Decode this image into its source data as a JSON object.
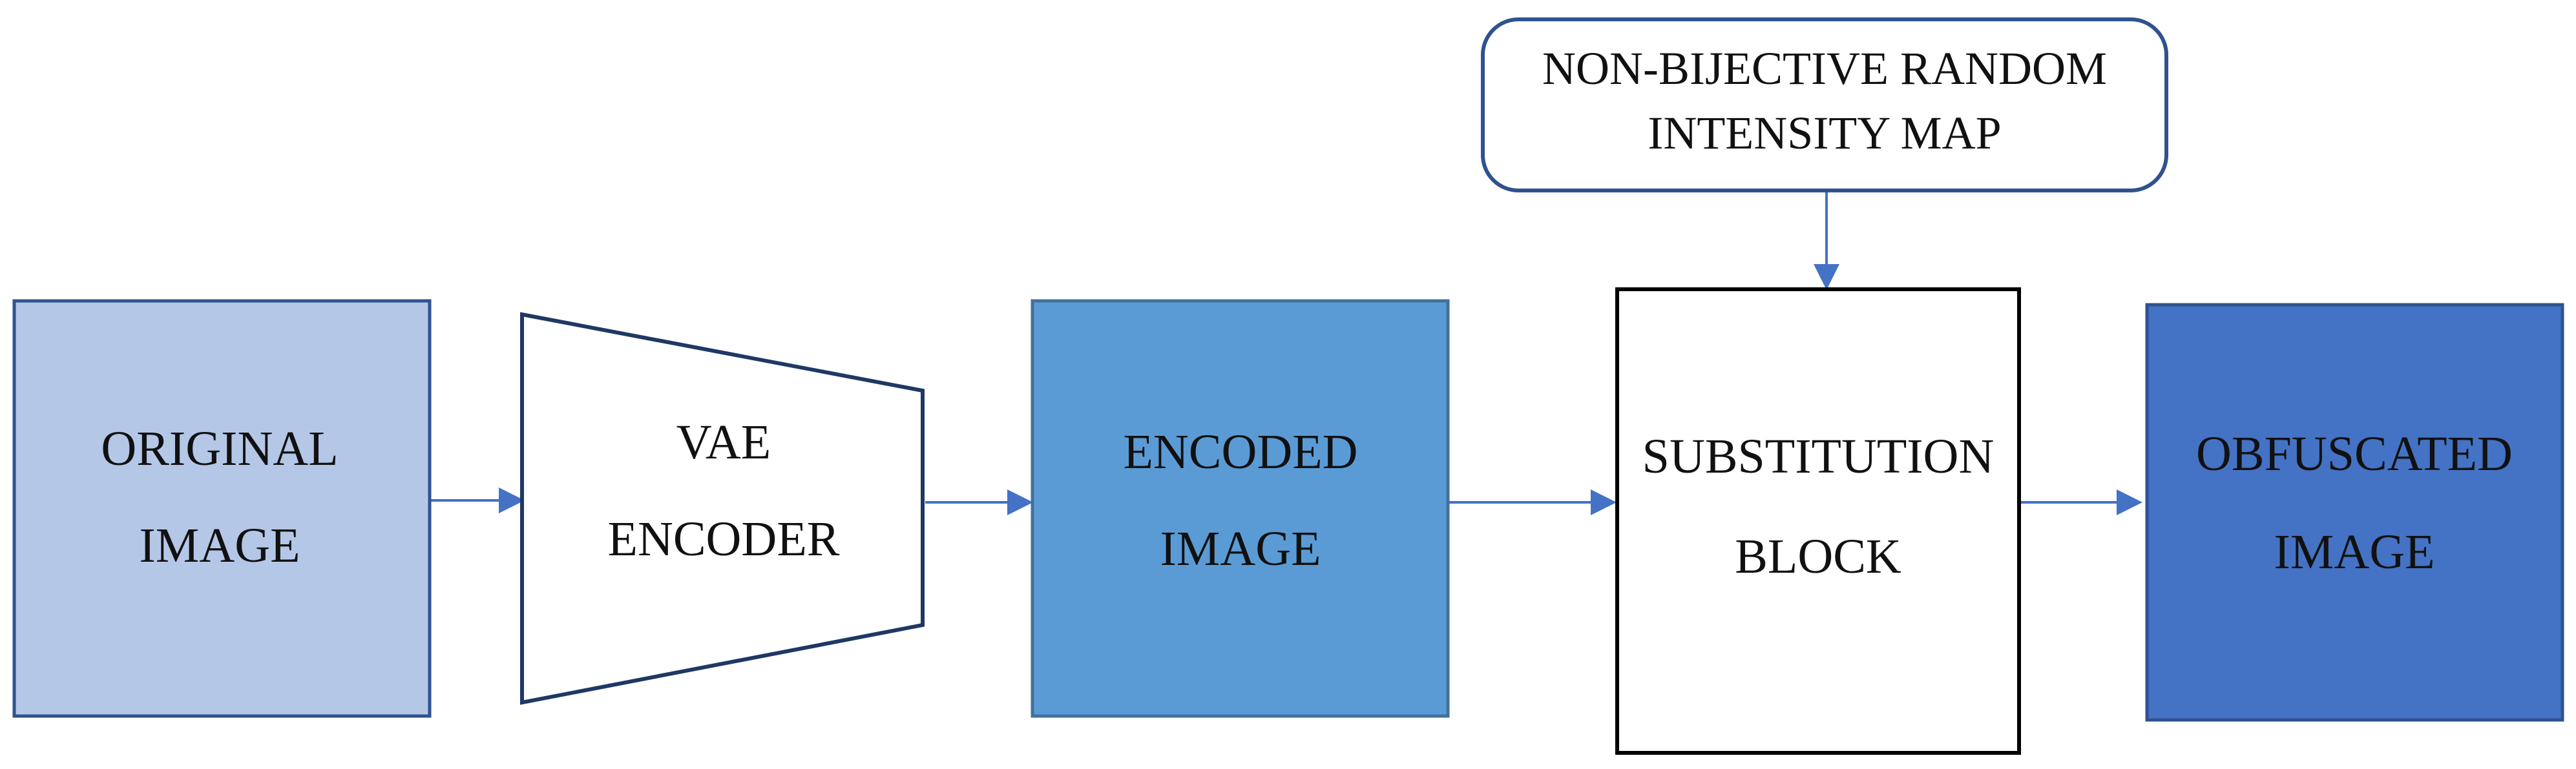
{
  "colors": {
    "original_fill": "#b4c7e7",
    "original_stroke": "#2f528f",
    "encoder_stroke": "#1f3864",
    "encoded_fill": "#5b9bd5",
    "encoded_stroke": "#41719c",
    "obfuscated_fill": "#4472c4",
    "obfuscated_stroke": "#2f528f",
    "substitution_stroke": "#000000",
    "map_stroke": "#2f528f",
    "arrow": "#4472c4"
  },
  "nodes": {
    "original": {
      "line1": "ORIGINAL",
      "line2": "IMAGE"
    },
    "encoder": {
      "line1": "VAE",
      "line2": "ENCODER"
    },
    "encoded": {
      "line1": "ENCODED",
      "line2": "IMAGE"
    },
    "substitution": {
      "line1": "SUBSTITUTION",
      "line2": "BLOCK"
    },
    "obfuscated": {
      "line1": "OBFUSCATED",
      "line2": "IMAGE"
    },
    "intensity_map": {
      "line1": "NON-BIJECTIVE RANDOM",
      "line2": "INTENSITY MAP"
    }
  }
}
